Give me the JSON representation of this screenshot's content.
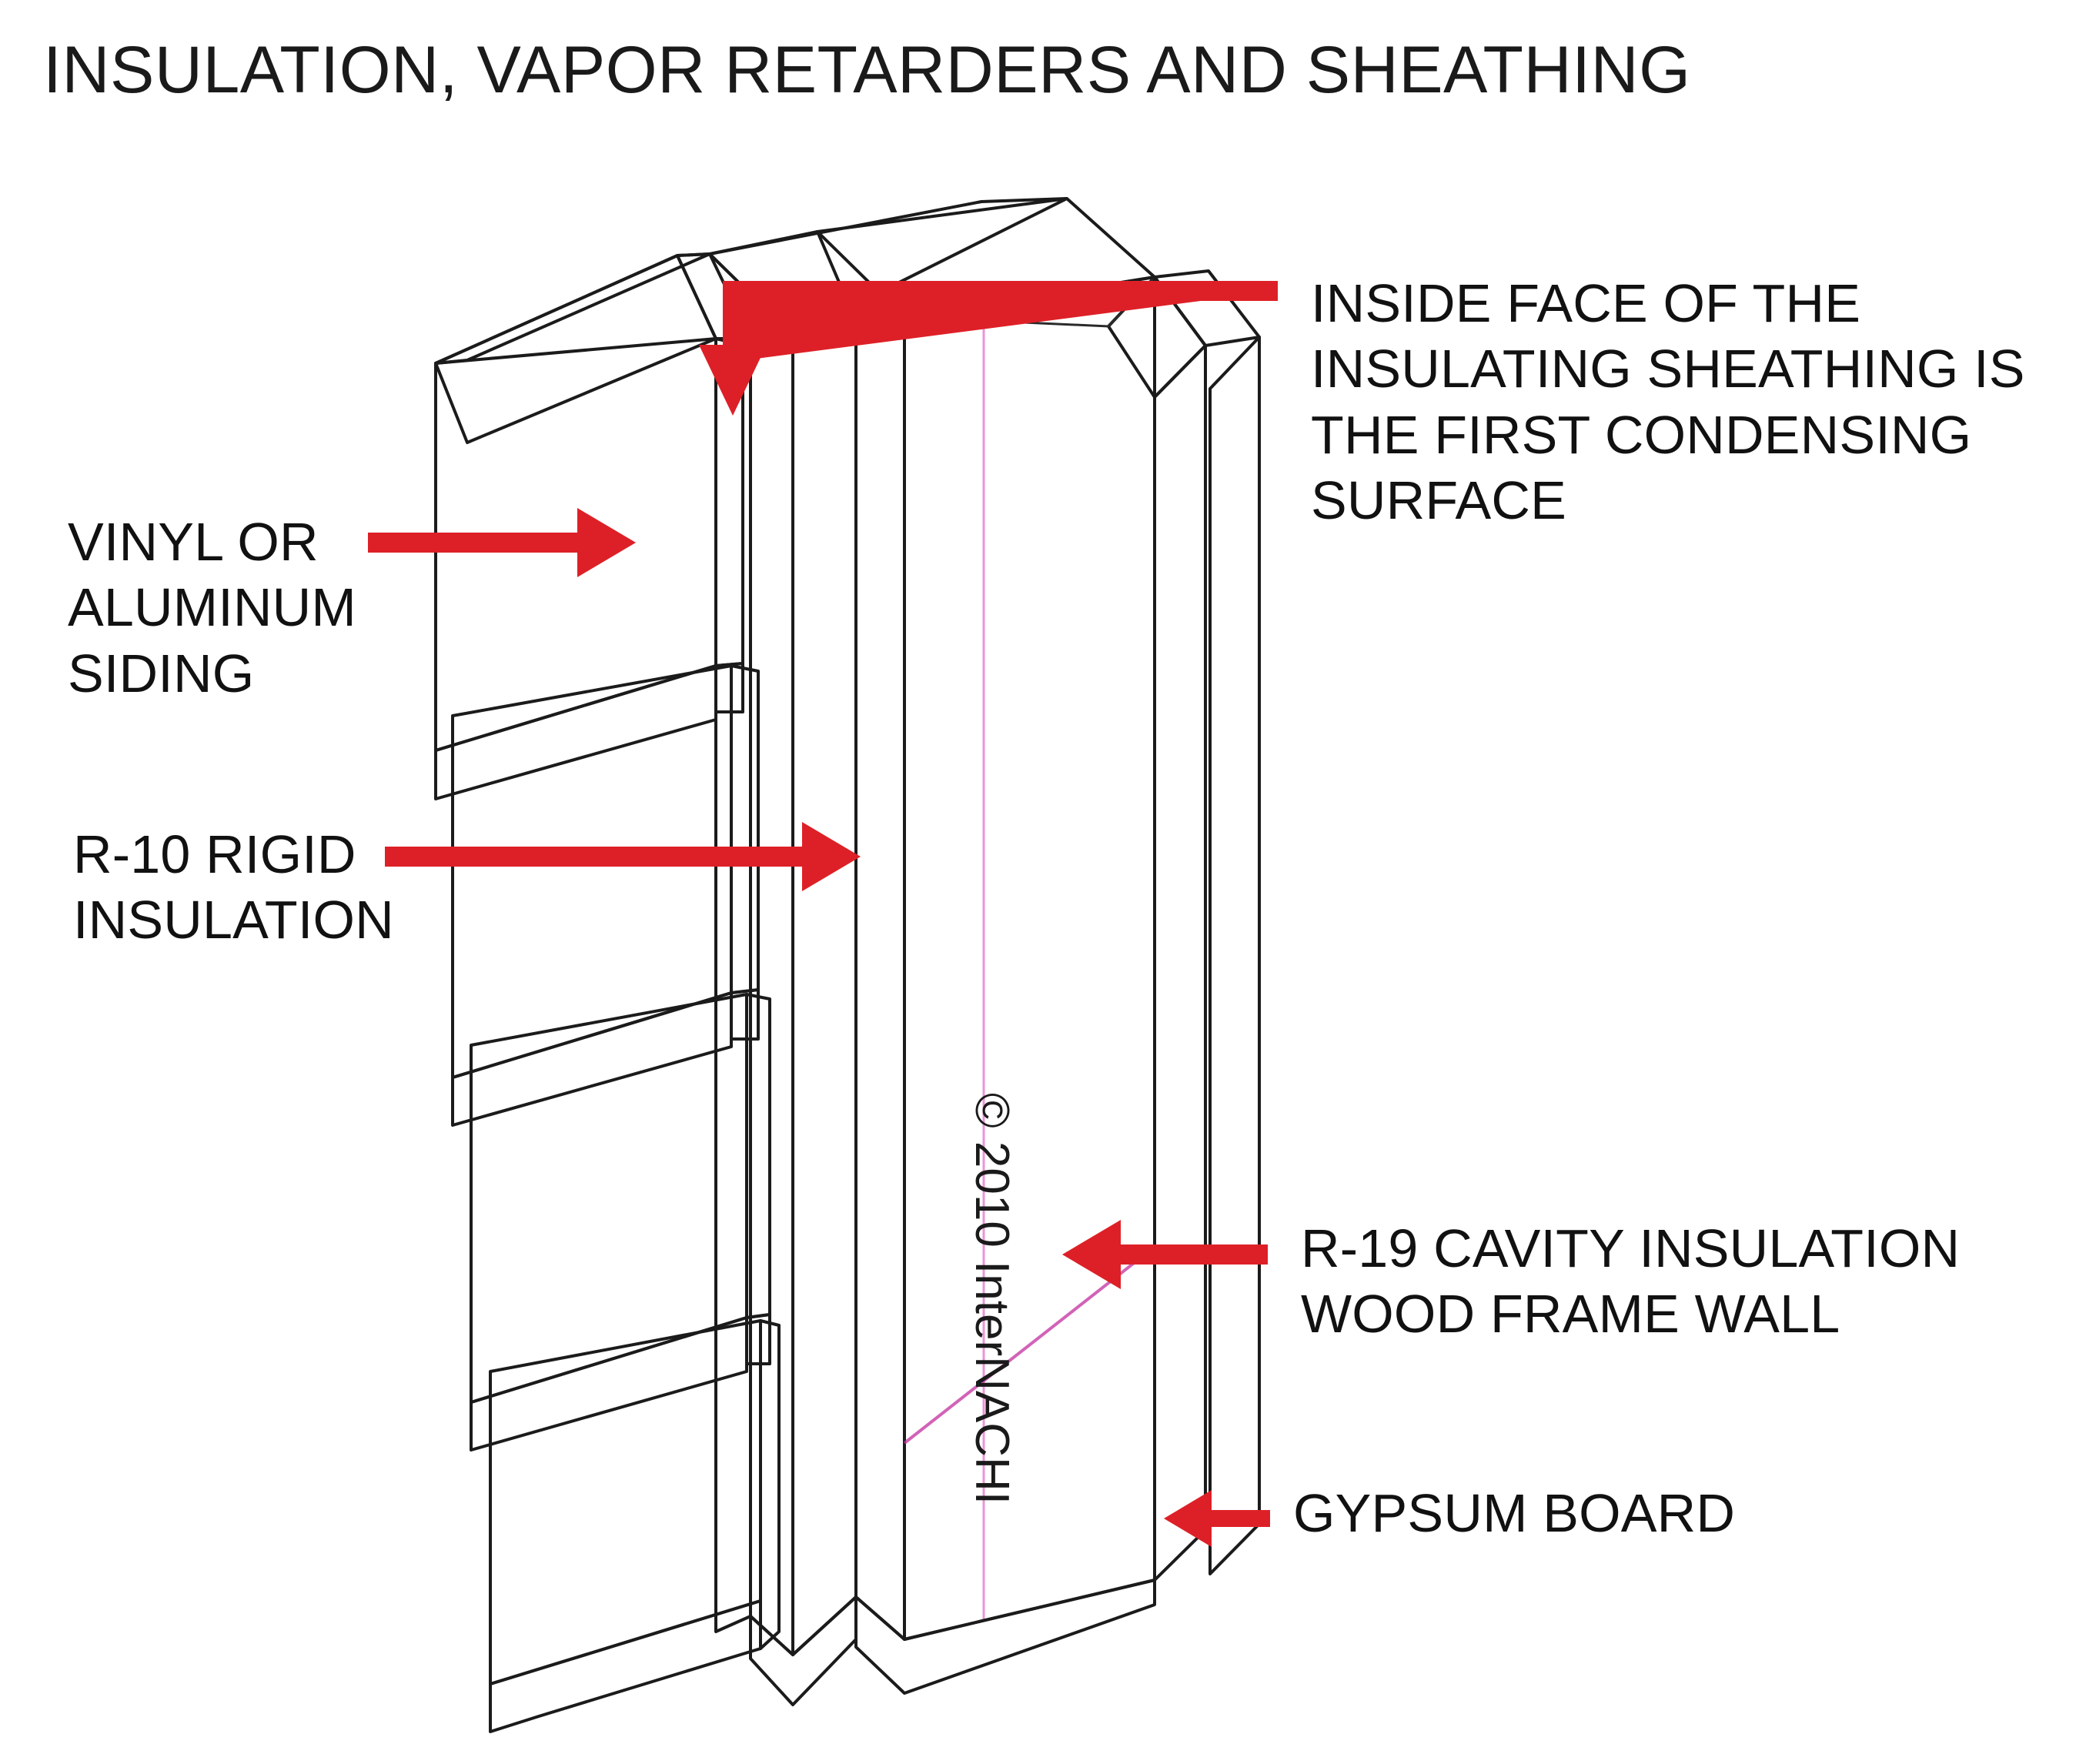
{
  "page": {
    "title": "INSULATION, VAPOR RETARDERS AND SHEATHING",
    "background_color": "#ffffff"
  },
  "watermark": {
    "symbol": "©",
    "text": "2010  InterNACHI",
    "full": "© 2010  InterNACHI",
    "rotation_degrees": 90
  },
  "labels": {
    "condensing_surface": "INSIDE FACE OF THE INSULATING SHEATHING IS THE FIRST CONDENSING SURFACE",
    "siding": "VINYL OR ALUMINUM SIDING",
    "rigid_insulation": "R-10 RIGID INSULATION",
    "cavity_insulation": "R-19 CAVITY INSULATION WOOD FRAME WALL",
    "gypsum_board": "GYPSUM BOARD"
  },
  "colors": {
    "arrow_red": "#dd2027",
    "siding_gray": "#aaacb1",
    "siding_gray_light": "#c6c8cc",
    "siding_edge_white": "#e8e9ec",
    "rigid_cyan": "#3ff0fb",
    "rigid_cyan_dark": "#23c3c9",
    "rigid_cyan_top": "#3ae3e8",
    "cavity_magenta": "#ec3fc4",
    "cavity_magenta_dark": "#b33597",
    "cavity_magenta_top": "#e833b4",
    "gypsum_blue_gray": "#8d93ab",
    "gypsum_white": "#fdfdfd",
    "outline": "#1b1b1b",
    "text": "#111111"
  },
  "diagram": {
    "type": "isometric-wall-section-cutaway",
    "layer_order_outside_to_inside": [
      {
        "name": "Vinyl or aluminum siding",
        "color": "#aaacb1"
      },
      {
        "name": "R-10 rigid insulation",
        "color": "#3ff0fb",
        "r_value": "R-10"
      },
      {
        "name": "R-19 cavity insulation wood frame wall",
        "color": "#ec3fc4",
        "r_value": "R-19"
      },
      {
        "name": "Gypsum board",
        "color": "#8d93ab"
      }
    ],
    "siding_course_count": 4,
    "callouts": [
      {
        "id": "condensing-surface",
        "direction": "elbow-down",
        "target": "top of rigid insulation"
      },
      {
        "id": "siding",
        "direction": "right",
        "target": "siding face"
      },
      {
        "id": "rigid-insulation",
        "direction": "right",
        "target": "rigid insulation layer"
      },
      {
        "id": "cavity-insulation",
        "direction": "left",
        "target": "cavity insulation face"
      },
      {
        "id": "gypsum-board",
        "direction": "left",
        "target": "gypsum board edge"
      }
    ]
  }
}
